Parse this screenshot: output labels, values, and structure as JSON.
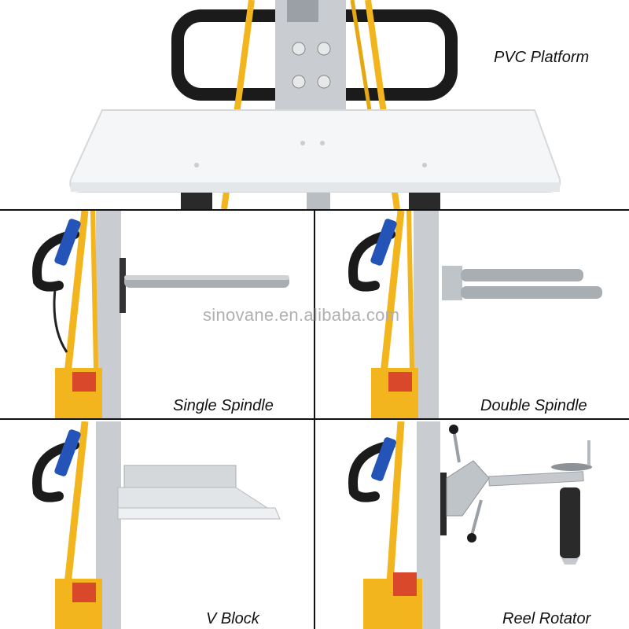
{
  "watermark": "sinovane.en.alibaba.com",
  "colors": {
    "frame_yellow": "#f2b51e",
    "mast_silver": "#c9cdd1",
    "handle_black": "#1b1b1b",
    "remote_blue": "#2454b8",
    "battery_red": "#d9482b",
    "platform_white": "#f4f6f7"
  },
  "panels": [
    {
      "id": "top",
      "caption": "PVC Platform"
    },
    {
      "id": "middle-left",
      "caption": "Single Spindle"
    },
    {
      "id": "middle-right",
      "caption": "Double Spindle"
    },
    {
      "id": "bottom-left",
      "caption": "V Block"
    },
    {
      "id": "bottom-right",
      "caption": "Reel Rotator"
    }
  ]
}
